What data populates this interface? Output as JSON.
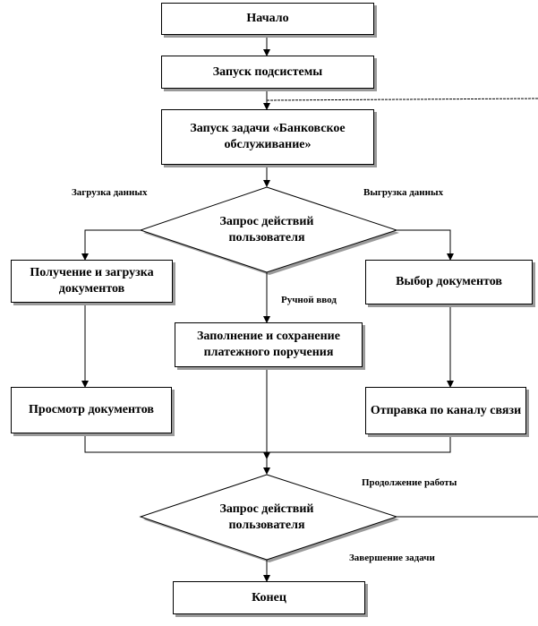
{
  "nodes": {
    "start": "Начало",
    "launch_subsystem": "Запуск подсистемы",
    "launch_task": "Запуск задачи «Банковское обслуживание»",
    "decision_action_1": "Запрос действий пользователя",
    "receive_load_docs": "Получение и загрузка документов",
    "fill_save_payment": "Заполнение и сохранение платежного поручения",
    "select_docs": "Выбор документов",
    "view_docs": "Просмотр документов",
    "send_channel": "Отправка по каналу связи",
    "decision_action_2": "Запрос действий пользователя",
    "end": "Конец"
  },
  "edge_labels": {
    "load_data": "Загрузка данных",
    "unload_data": "Выгрузка данных",
    "manual_input": "Ручной ввод",
    "continue_work": "Продолжение работы",
    "finish_task": "Завершение задачи"
  }
}
